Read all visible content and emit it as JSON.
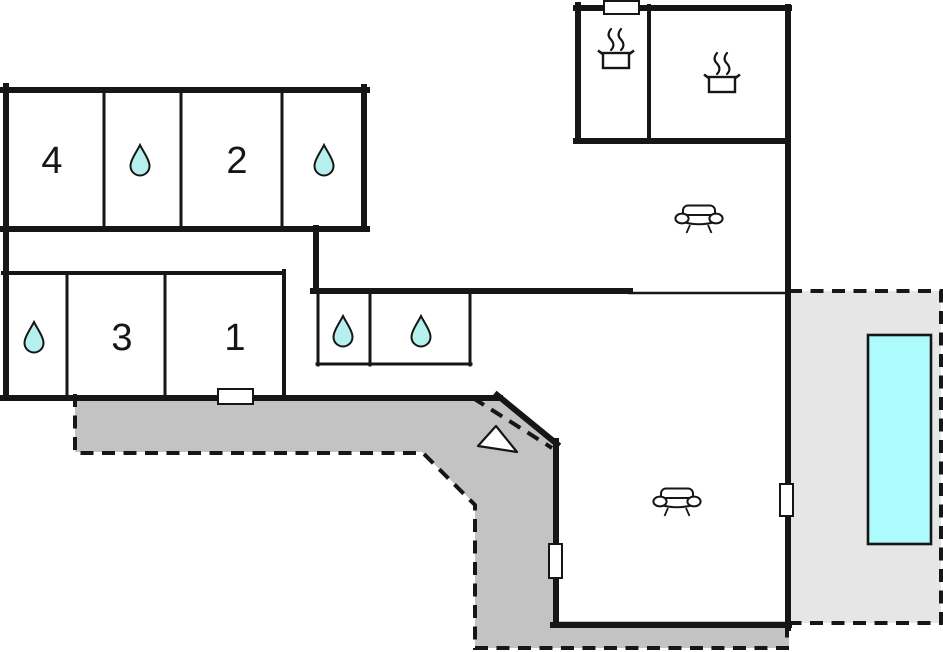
{
  "plan": {
    "name": "holiday-home-floor-plan",
    "room_labels": [
      {
        "label": "4"
      },
      {
        "label": "2"
      },
      {
        "label": "3"
      },
      {
        "label": "1"
      }
    ]
  },
  "colors": {
    "wall": "#161616",
    "deck": "#c3c3c3",
    "patio": "#e6e6e6",
    "pool": "#adfbfc",
    "water": "#b5f0ef",
    "door": "#ffffff"
  },
  "icons": {
    "water_drop": {
      "name": "water-drop-icon",
      "count": 5
    },
    "cooking_pot": {
      "name": "cooking-pot-icon",
      "count": 2
    },
    "sofa": {
      "name": "sofa-icon",
      "count": 2
    },
    "direction_arrow": {
      "name": "direction-arrow-icon",
      "count": 1
    },
    "door_marker": {
      "name": "door-marker",
      "count": 4
    }
  }
}
